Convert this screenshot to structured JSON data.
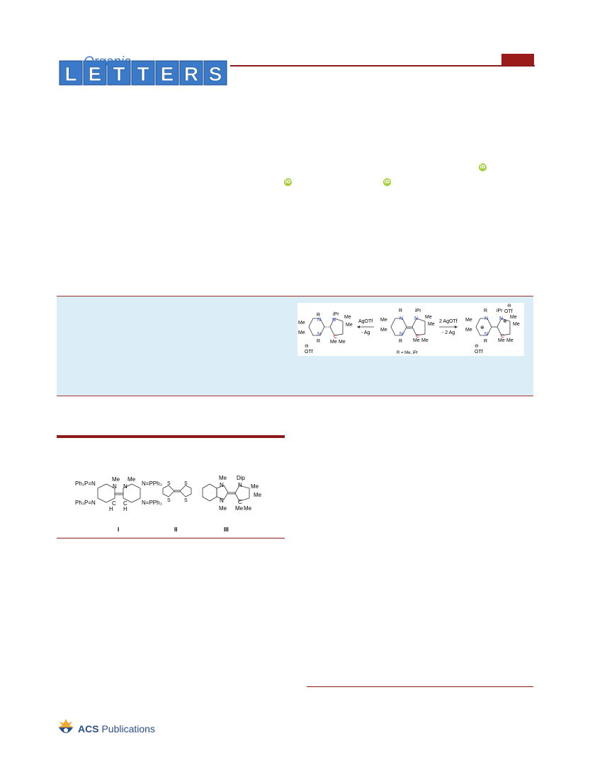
{
  "journal": {
    "logo_script": "Organic",
    "logo_letters": [
      "L",
      "E",
      "T",
      "T",
      "E",
      "R",
      "S"
    ],
    "colors": {
      "accent": "#8b1a1a",
      "logo_blue": "#3a7ac8",
      "abstract_bg": "#dbeef8"
    }
  },
  "orcid": {
    "label": "iD",
    "icon": "orcid-icon"
  },
  "toc_graphic": {
    "left": {
      "subs": [
        "R",
        "Me",
        "Me",
        "R",
        "iPr",
        "Me",
        "Me",
        "Me",
        "Me"
      ],
      "n_labels": [
        "N",
        "N",
        "N"
      ],
      "o_label": "C",
      "anion": "OTf",
      "charge": "⊖"
    },
    "arrow_left": {
      "top": "AgOTf",
      "bottom": "- Ag"
    },
    "center": {
      "subs": [
        "R",
        "Me",
        "Me",
        "R",
        "iPr",
        "Me",
        "Me",
        "Me",
        "Me"
      ],
      "n_labels": [
        "N",
        "N",
        "N"
      ],
      "o_label": "C",
      "caption": "R = Me, iPr"
    },
    "arrow_right": {
      "top": "2 AgOTf",
      "bottom": "- 2 Ag"
    },
    "right": {
      "subs": [
        "R",
        "Me",
        "Me",
        "R",
        "iPr",
        "Me",
        "Me",
        "Me",
        "Me"
      ],
      "n_labels": [
        "N",
        "N",
        "N"
      ],
      "o_label": "C",
      "anion_top": "OTf",
      "anion_bottom": "OTf",
      "charge": "⊖",
      "plus": "⊕"
    }
  },
  "figure1": {
    "compound_I": {
      "label": "I",
      "subs": [
        "Ph₃P=N",
        "Me",
        "Me",
        "N=PPh₃",
        "Ph₃P=N",
        "N=PPh₃",
        "H",
        "H"
      ],
      "atoms": [
        "N",
        "N",
        "C",
        "C"
      ]
    },
    "compound_II": {
      "label": "II",
      "atoms": [
        "S",
        "S",
        "S",
        "S"
      ]
    },
    "compound_III": {
      "label": "III",
      "subs": [
        "Me",
        "Dip",
        "Me",
        "Me",
        "Me",
        "Me",
        "Me"
      ],
      "atoms": [
        "N",
        "N",
        "N",
        "C"
      ]
    }
  },
  "footer": {
    "brand_bold": "ACS",
    "brand_rest": " Publications"
  }
}
